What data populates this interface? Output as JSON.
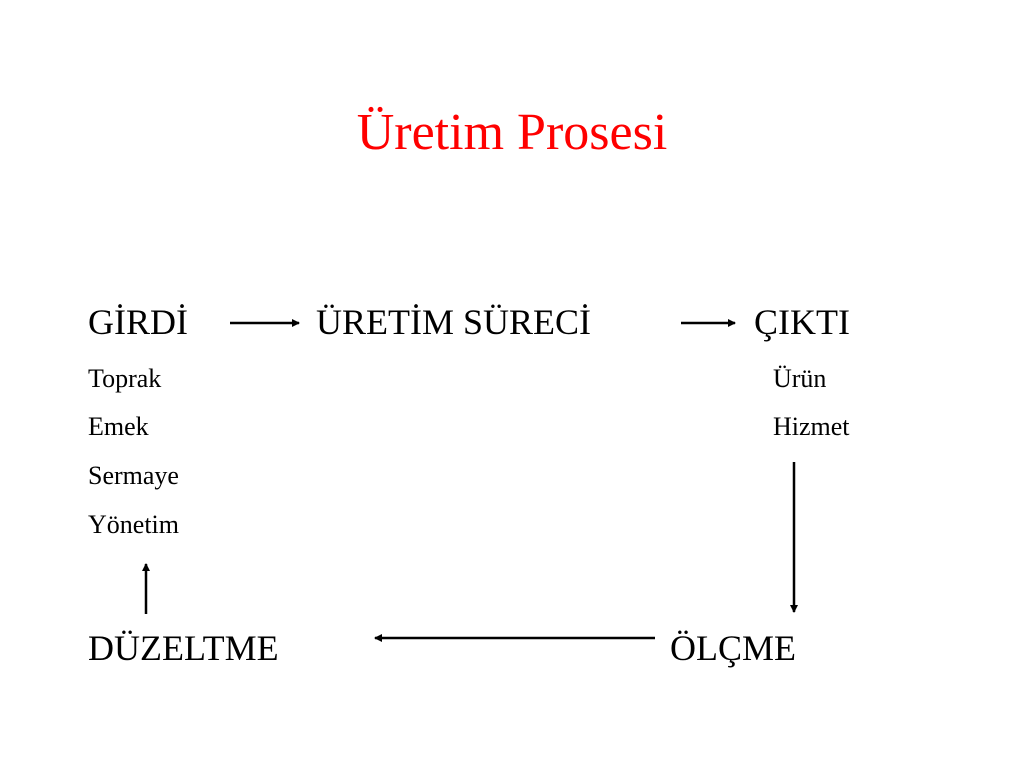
{
  "title": "Üretim Prosesi",
  "flow": {
    "input": "GİRDİ",
    "process": "ÜRETİM SÜRECİ",
    "output": "ÇIKTI"
  },
  "inputs": [
    "Toprak",
    "Emek",
    "Sermaye",
    "Yönetim"
  ],
  "outputs": [
    "Ürün",
    "Hizmet"
  ],
  "feedback": {
    "correction": "DÜZELTME",
    "measurement": "ÖLÇME"
  },
  "colors": {
    "title": "#ff0000",
    "text": "#000000",
    "background": "#ffffff"
  }
}
